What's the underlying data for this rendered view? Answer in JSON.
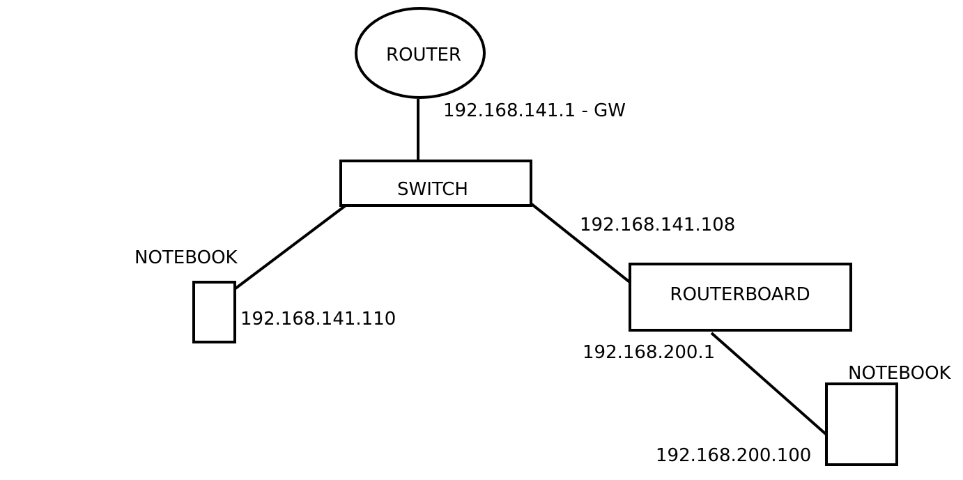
{
  "colors": {
    "background": "#ffffff",
    "stroke": "#000000",
    "text": "#000000"
  },
  "nodes": {
    "router": {
      "label": "ROUTER"
    },
    "switch": {
      "label": "SWITCH"
    },
    "routerboard": {
      "label": "ROUTERBOARD"
    },
    "notebook_left": {
      "label": "NOTEBOOK"
    },
    "notebook_right": {
      "label": "NOTEBOOK"
    }
  },
  "addresses": {
    "router_gw": "192.168.141.1 - GW",
    "routerboard_wan": "192.168.141.108",
    "notebook_left": "192.168.141.110",
    "routerboard_lan": "192.168.200.1",
    "notebook_right": "192.168.200.100"
  }
}
